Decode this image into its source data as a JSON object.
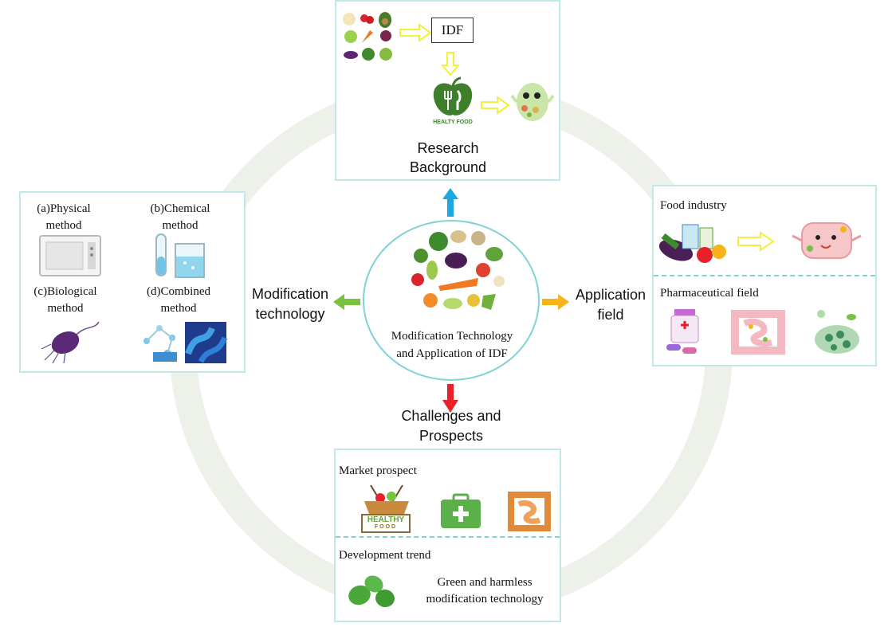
{
  "center": {
    "title_line1": "Modification Technology",
    "title_line2": "and Application of IDF"
  },
  "research_background": {
    "idf_label": "IDF",
    "healthy_food_badge": "HEALTY FOOD",
    "title_line1": "Research",
    "title_line2": "Background"
  },
  "modification": {
    "title_line1": "Modification",
    "title_line2": "technology",
    "physical_line1": "(a)Physical",
    "physical_line2": "method",
    "chemical_line1": "(b)Chemical",
    "chemical_line2": "method",
    "biological_line1": "(c)Biological",
    "biological_line2": "method",
    "combined_line1": "(d)Combined",
    "combined_line2": "method"
  },
  "application": {
    "title_line1": "Application",
    "title_line2": "field",
    "food_industry": "Food industry",
    "pharmaceutical_field": "Pharmaceutical field"
  },
  "challenges": {
    "title_line1": "Challenges and",
    "title_line2": "Prospects",
    "market_prospect": "Market prospect",
    "healthy_food_line1": "HEALTHY",
    "healthy_food_line2": "FOOD",
    "development_trend": "Development trend",
    "green_line1": "Green and harmless",
    "green_line2": "modification technology"
  },
  "colors": {
    "ring": "#eef1ea",
    "panel_border": "#bfe8e6",
    "arrow_up": "#1ba9e0",
    "arrow_right": "#f6b41a",
    "arrow_left": "#7cc242",
    "arrow_down": "#e8202a"
  }
}
